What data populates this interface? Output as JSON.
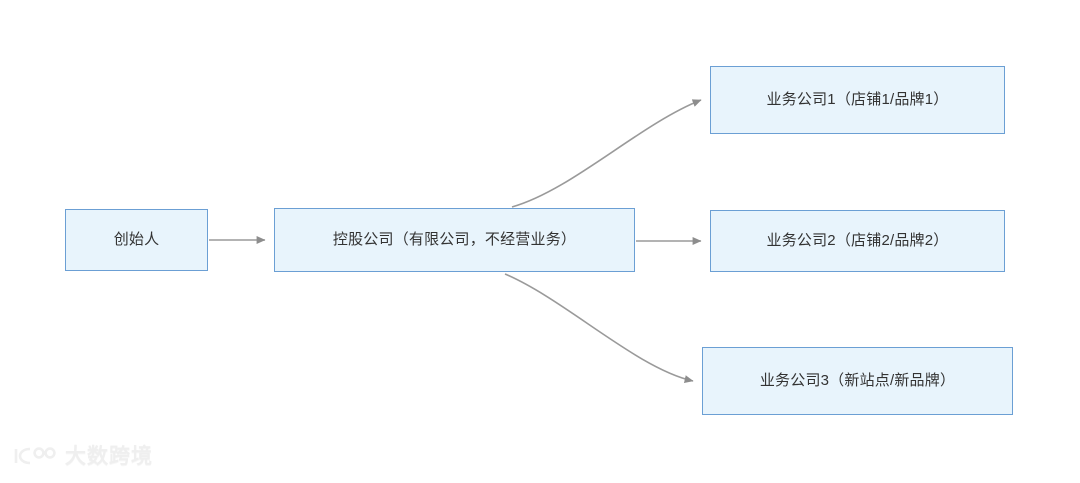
{
  "diagram": {
    "type": "flow-diagram",
    "background_color": "#ffffff",
    "node_fill_color": "#e8f4fc",
    "node_border_color": "#6b9fd4",
    "edge_color": "#9a9a9a",
    "text_color": "#333333",
    "nodes": [
      {
        "id": "founder",
        "label": "创始人"
      },
      {
        "id": "holding",
        "label": "控股公司（有限公司，不经营业务）"
      },
      {
        "id": "biz1",
        "label": "业务公司1（店铺1/品牌1）"
      },
      {
        "id": "biz2",
        "label": "业务公司2（店铺2/品牌2）"
      },
      {
        "id": "biz3",
        "label": "业务公司3（新站点/新品牌）"
      }
    ],
    "edges": [
      {
        "id": "founder-to-holding",
        "from": "founder",
        "to": "holding",
        "style": "straight",
        "arrow": "end"
      },
      {
        "id": "holding-to-biz1",
        "from": "holding",
        "to": "biz1",
        "style": "curved",
        "arrow": "end"
      },
      {
        "id": "holding-to-biz2",
        "from": "holding",
        "to": "biz2",
        "style": "straight",
        "arrow": "end"
      },
      {
        "id": "holding-to-biz3",
        "from": "holding",
        "to": "biz3",
        "style": "curved",
        "arrow": "end"
      }
    ]
  },
  "watermark": {
    "text": "大数跨境",
    "mark": "logo-mark-icon",
    "color": "#efefef"
  }
}
